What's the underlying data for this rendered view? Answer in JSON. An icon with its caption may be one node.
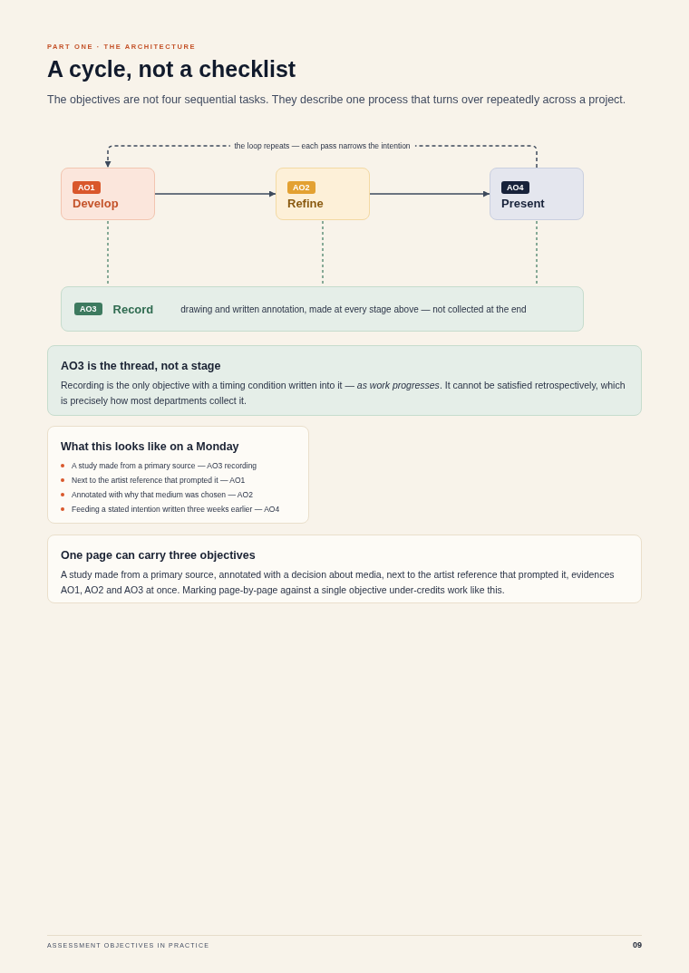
{
  "diagram": {
    "title": "A cycle, not a checklist",
    "nodes": [
      {
        "text": [
          "AO1",
          "Develop"
        ]
      },
      {
        "text": [
          "AO2",
          "Refine"
        ]
      },
      {
        "text": [
          "AO4",
          "Present"
        ]
      },
      {
        "text": [
          "AO3",
          "Record",
          "drawing and written annotation, made at every stage above — not collected at the end"
        ]
      },
      {
        "text": [
          "AO3 is the thread, not a stage",
          "Recording is the only objective with a timing condition written into it — *as work progresses*. It cannot be satisfied retrospectively, which is precisely how most departments collect it."
        ]
      },
      {
        "text": [
          "What this looks like on a Monday",
          "A study made from a primary source — AO3 recording",
          "Next to the artist reference that prompted it — AO1",
          "Annotated with why that medium was chosen — AO2",
          "Feeding a stated intention written three weeks earlier — AO4"
        ]
      },
      {
        "text": [
          "One page can carry three objectives",
          "A study made from a primary source, annotated with a decision about media, next to the artist reference that prompted it, evidences AO1, AO2 and AO3 at once. Marking page-by-page against a single objective under-credits work like this."
        ]
      }
    ],
    "edges": [
      {
        "from": 0,
        "to": 1,
        "arrow": "to"
      },
      {
        "from": 1,
        "to": 2,
        "arrow": "to"
      },
      {
        "from": 2,
        "to": 0,
        "arrow": "to",
        "style": "dashed",
        "label": "the loop repeats — each pass narrows the intention"
      },
      {
        "from": 0,
        "to": 3,
        "arrow": "none",
        "style": "dashed",
        "color": "#3d7a5f"
      },
      {
        "from": 1,
        "to": 3,
        "arrow": "none",
        "style": "dashed",
        "color": "#3d7a5f"
      },
      {
        "from": 2,
        "to": 3,
        "arrow": "none",
        "style": "dashed",
        "color": "#3d7a5f"
      }
    ],
    "labels": [
      "PART ONE · THE ARCHITECTURE",
      "The objectives are not four sequential tasks. They describe one process that turns over repeatedly across a project.",
      "ASSESSMENT OBJECTIVES IN PRACTICE",
      "09"
    ]
  }
}
